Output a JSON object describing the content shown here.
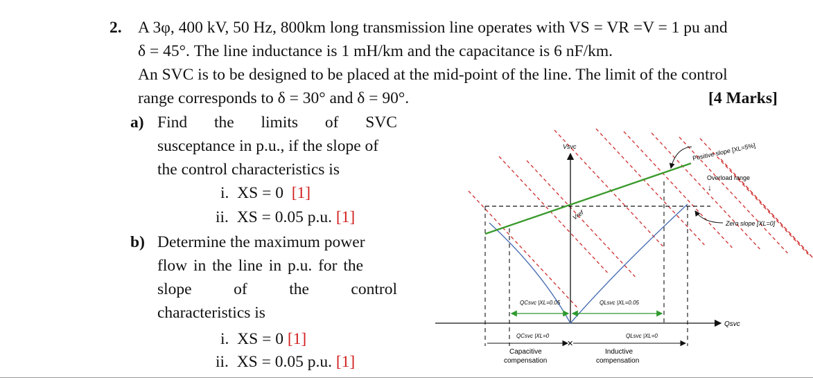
{
  "question": {
    "number": "2.",
    "line1": "A 3φ, 400 kV, 50 Hz, 800km long transmission line operates with VS = VR =V = 1 pu and",
    "line2": "δ = 45°. The line inductance is 1 mH/km and the capacitance is 6 nF/km.",
    "line3": "An SVC is to be designed to be placed at the mid-point of the line. The limit of the control",
    "line4": "range corresponds to δ = 30° and δ = 90°.",
    "marks": "[4 Marks]"
  },
  "part_a": {
    "label": "a)",
    "line1_words": [
      "Find",
      "the",
      "limits",
      "of",
      "SVC"
    ],
    "line2": "susceptance in p.u., if the slope of",
    "line3": "the control characteristics is",
    "item_i": {
      "label": "i.",
      "text": "XS = 0",
      "mark": "[1]"
    },
    "item_ii": {
      "label": "ii.",
      "text": "XS = 0.05 p.u.",
      "mark": "[1]"
    }
  },
  "part_b": {
    "label": "b)",
    "line1": "Determine the maximum power",
    "line2": "flow in the line in p.u. for the",
    "line3_words": [
      "slope",
      "of",
      "the",
      "control"
    ],
    "line4": "characteristics is",
    "item_i": {
      "label": "i.",
      "text": "XS = 0",
      "mark": "[1]"
    },
    "item_ii": {
      "label": "ii.",
      "text": "XS = 0.05 p.u.",
      "mark": "[1]"
    }
  },
  "figure": {
    "y_axis_label": "Vsvc",
    "x_axis_label": "Qsvc",
    "vref_label": "Vref",
    "positive_slope_label": "Positive slope [XL=5%]",
    "overload_label": "Overload range",
    "zero_slope_label": "Zero slope [XL=0]",
    "q_cap_005_label": "QCsvc |XL=0.05",
    "q_ind_005_label": "QLsvc |XL=0.05",
    "q_cap_0_label": "QCsvc |XL=0",
    "q_ind_0_label": "QLsvc |XL=0",
    "capacitive_label_1": "Capacitive",
    "capacitive_label_2": "compensation",
    "inductive_label_1": "Inductive",
    "inductive_label_2": "compensation",
    "colors": {
      "positive_slope_line": "#3a9a2c",
      "curves": "#4a6fb5",
      "hatch": "#d23a3a",
      "dimension": "#2e9a2e"
    }
  }
}
